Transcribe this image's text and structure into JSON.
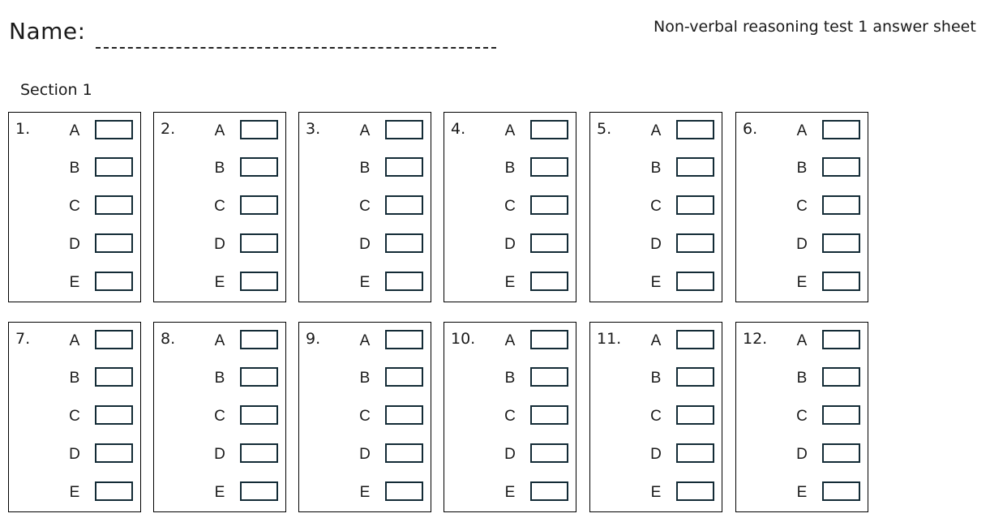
{
  "header": {
    "name_label": "Name:",
    "sheet_title": "Non-verbal reasoning test 1 answer sheet"
  },
  "section": {
    "title": "Section 1"
  },
  "questions": [
    {
      "number": "1.",
      "options": [
        "A",
        "B",
        "C",
        "D",
        "E"
      ]
    },
    {
      "number": "2.",
      "options": [
        "A",
        "B",
        "C",
        "D",
        "E"
      ]
    },
    {
      "number": "3.",
      "options": [
        "A",
        "B",
        "C",
        "D",
        "E"
      ]
    },
    {
      "number": "4.",
      "options": [
        "A",
        "B",
        "C",
        "D",
        "E"
      ]
    },
    {
      "number": "5.",
      "options": [
        "A",
        "B",
        "C",
        "D",
        "E"
      ]
    },
    {
      "number": "6.",
      "options": [
        "A",
        "B",
        "C",
        "D",
        "E"
      ]
    },
    {
      "number": "7.",
      "options": [
        "A",
        "B",
        "C",
        "D",
        "E"
      ]
    },
    {
      "number": "8.",
      "options": [
        "A",
        "B",
        "C",
        "D",
        "E"
      ]
    },
    {
      "number": "9.",
      "options": [
        "A",
        "B",
        "C",
        "D",
        "E"
      ]
    },
    {
      "number": "10.",
      "options": [
        "A",
        "B",
        "C",
        "D",
        "E"
      ]
    },
    {
      "number": "11.",
      "options": [
        "A",
        "B",
        "C",
        "D",
        "E"
      ]
    },
    {
      "number": "12.",
      "options": [
        "A",
        "B",
        "C",
        "D",
        "E"
      ]
    }
  ]
}
